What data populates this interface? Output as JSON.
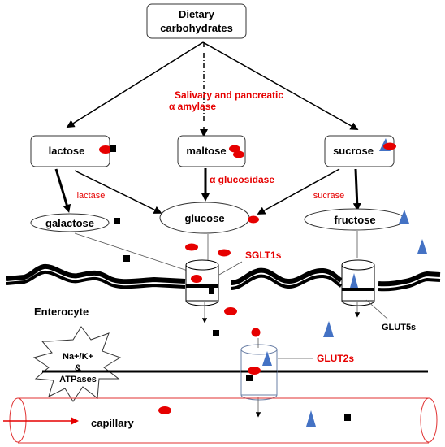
{
  "nodes": {
    "dietary_line1": "Dietary",
    "dietary_line2": "carbohydrates",
    "lactose": "lactose",
    "maltose": "maltose",
    "sucrose": "sucrose",
    "galactose": "galactose",
    "glucose": "glucose",
    "fructose": "fructose"
  },
  "enzymes": {
    "amylase_line1": "Salivary and pancreatic",
    "amylase_line2": "α amylase",
    "glucosidase": "α glucosidase",
    "lactase": "lactase",
    "sucrase": "sucrase"
  },
  "transporters": {
    "sglt1": "SGLT1s",
    "glut5": "GLUT5s",
    "glut2": "GLUT2s"
  },
  "labels": {
    "enterocyte": "Enterocyte",
    "atpase_line1": "Na+/K+",
    "atpase_line2": "&",
    "atpase_line3": "ATPases",
    "capillary": "capillary"
  },
  "colors": {
    "glucose_marker": "#e60000",
    "galactose_marker": "#000000",
    "fructose_marker": "#4472c4",
    "enzyme_text": "#e60000",
    "arrow": "#000000",
    "capillary_stroke": "#e03030"
  }
}
